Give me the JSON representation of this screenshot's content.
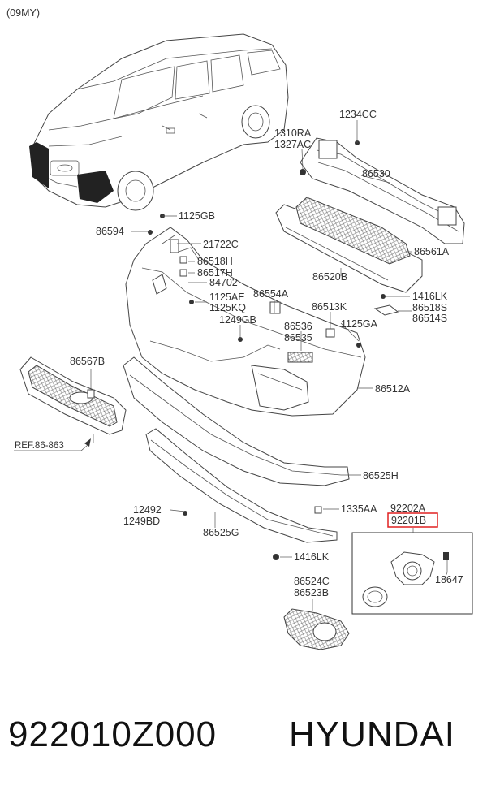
{
  "model_year": "(09MY)",
  "reference": "REF.86-863",
  "highlighted_part": "92201B",
  "highlight_color": "#e02020",
  "labels": {
    "l1234CC": "1234CC",
    "l1310RA": "1310RA",
    "l1327AC": "1327AC",
    "l86530": "86530",
    "l1125GB": "1125GB",
    "l86594": "86594",
    "l21722C": "21722C",
    "l86561A": "86561A",
    "l86518H": "86518H",
    "l86517H": "86517H",
    "l84702": "84702",
    "l86520B": "86520B",
    "l1125AE": "1125AE",
    "l1125KQ": "1125KQ",
    "l86554A": "86554A",
    "l1416LK_top": "1416LK",
    "l86518S": "86518S",
    "l86514S": "86514S",
    "l1249GB": "1249GB",
    "l86513K": "86513K",
    "l1125GA": "1125GA",
    "l86536": "86536",
    "l86535": "86535",
    "l86567B": "86567B",
    "l86512A": "86512A",
    "l86525H": "86525H",
    "l12492": "12492",
    "l1249BD": "1249BD",
    "l1335AA": "1335AA",
    "l92202A": "92202A",
    "l86525G": "86525G",
    "l1416LK_bot": "1416LK",
    "l86524C": "86524C",
    "l86523B": "86523B",
    "l18647": "18647"
  },
  "footer": {
    "part_number": "922010Z000",
    "brand": "HYUNDAI"
  }
}
